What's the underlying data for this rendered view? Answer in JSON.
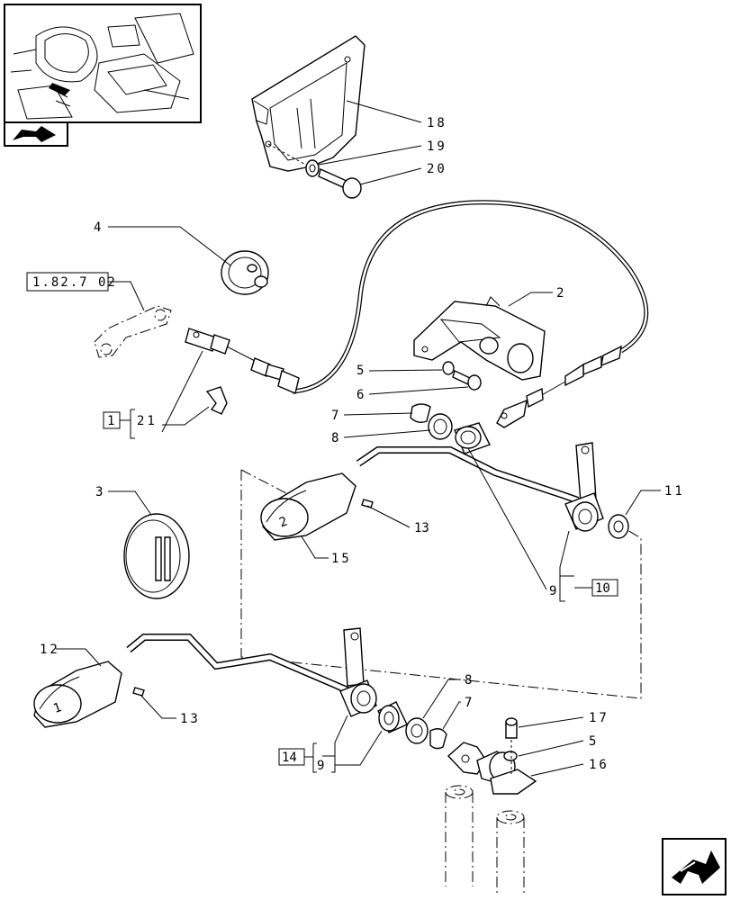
{
  "callouts": {
    "c18": "18",
    "c19": "19",
    "c20": "20",
    "c4": "4",
    "c2": "2",
    "c5a": "5",
    "c6": "6",
    "c7a": "7",
    "c8a": "8",
    "c21": "21",
    "c3": "3",
    "c13a": "13",
    "c15": "15",
    "c11": "11",
    "c9a": "9",
    "c12": "12",
    "c13b": "13",
    "c8b": "8",
    "c7b": "7",
    "c9b": "9",
    "c17": "17",
    "c5b": "5",
    "c16": "16"
  },
  "ref_boxes": {
    "ref_1_82_7_02": "1.82.7 02",
    "ref_1": "1",
    "ref_10": "10",
    "ref_14": "14"
  },
  "pedal_marks": {
    "pedal_top": "2",
    "pedal_bottom": "1"
  },
  "icons": [
    "tractor-cab-thumbnail",
    "section-arrow-icon",
    "next-page-arrow-icon"
  ],
  "colors": {
    "ink": "#000000",
    "paper": "#ffffff"
  }
}
